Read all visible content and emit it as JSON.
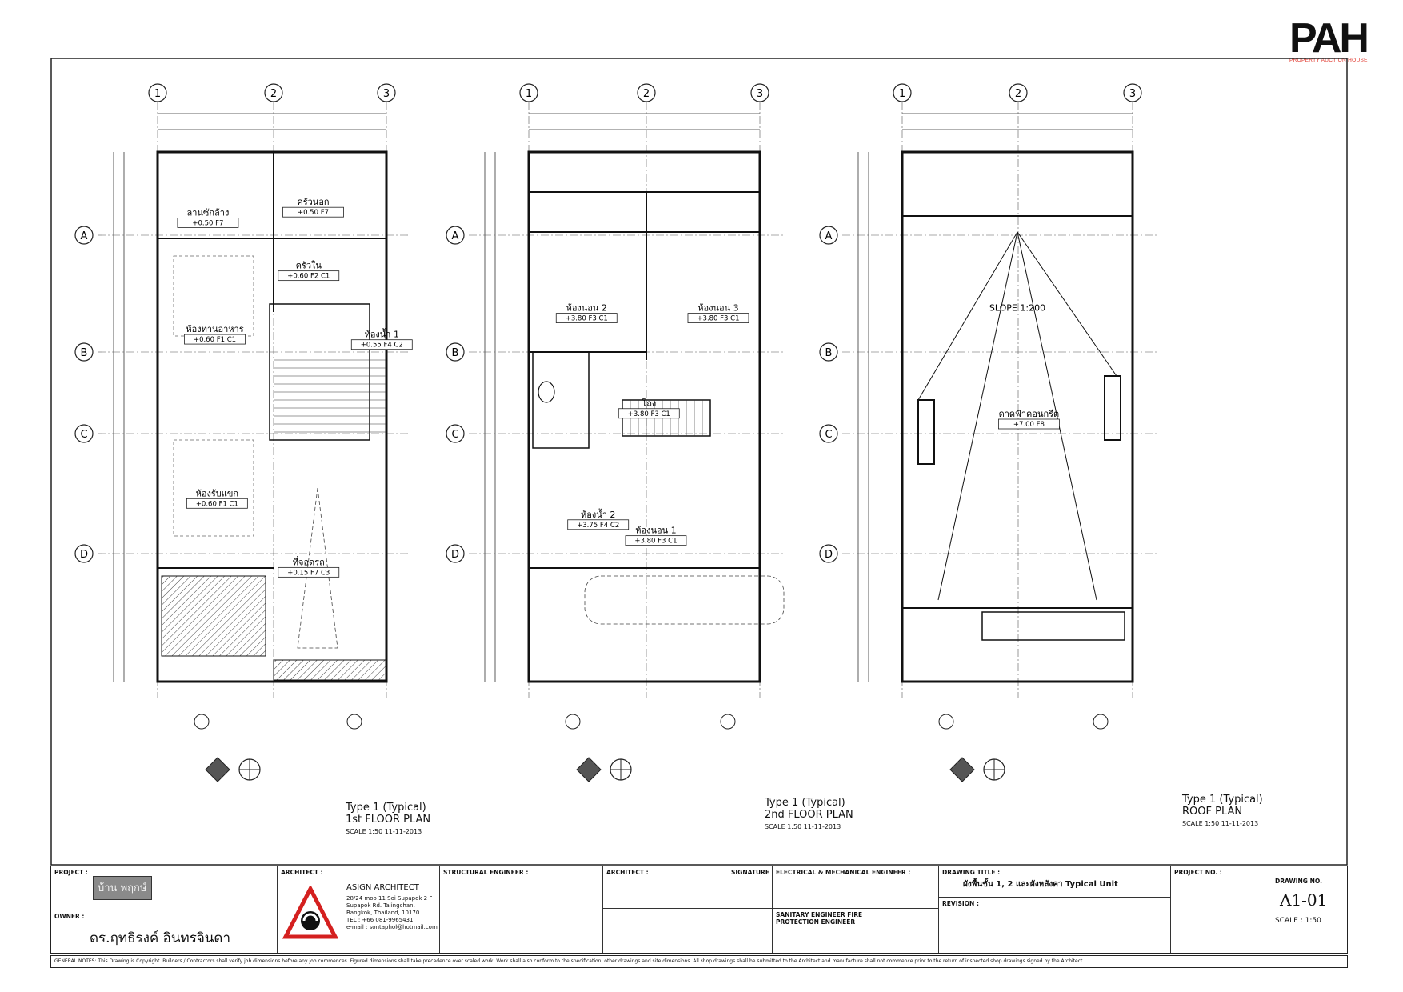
{
  "logo": {
    "letters": "PAH",
    "tagline": "PROPERTY AUCTION HOUSE"
  },
  "grid": {
    "columns": [
      "1",
      "2",
      "3"
    ],
    "rows": [
      "A",
      "B",
      "C",
      "D"
    ]
  },
  "plans": [
    {
      "type": "Type 1 (Typical)",
      "name": "1st FLOOR PLAN",
      "scale": "SCALE 1:50   11-11-2013",
      "rooms": [
        {
          "name": "ครัวนอก",
          "level": "+0.50 F7"
        },
        {
          "name": "ลานซักล้าง",
          "level": "+0.50 F7"
        },
        {
          "name": "ครัวใน",
          "level": "+0.60 F2 C1"
        },
        {
          "name": "ห้องทานอาหาร",
          "level": "+0.60 F1 C1"
        },
        {
          "name": "ห้องน้ำ 1",
          "level": "+0.55 F4 C2"
        },
        {
          "name": "ห้องรับแขก",
          "level": "+0.60 F1 C1"
        },
        {
          "name": "ที่จอดรถ",
          "level": "+0.15 F7 C3"
        }
      ]
    },
    {
      "type": "Type 1 (Typical)",
      "name": "2nd FLOOR PLAN",
      "scale": "SCALE 1:50   11-11-2013",
      "rooms": [
        {
          "name": "ห้องนอน 2",
          "level": "+3.80 F3 C1"
        },
        {
          "name": "ห้องนอน 3",
          "level": "+3.80 F3 C1"
        },
        {
          "name": "โถง",
          "level": "+3.80 F3 C1"
        },
        {
          "name": "ห้องน้ำ 2",
          "level": "+3.75 F4 C2"
        },
        {
          "name": "ห้องนอน 1",
          "level": "+3.80 F3 C1"
        }
      ]
    },
    {
      "type": "Type 1 (Typical)",
      "name": "ROOF PLAN",
      "scale": "SCALE 1:50   11-11-2013",
      "rooms": [
        {
          "name": "ดาดฟ้าคอนกรีต",
          "level": "+7.00 F8"
        },
        {
          "name": "SLOPE 1:200",
          "level": ""
        }
      ]
    }
  ],
  "titleblock": {
    "project_label": "PROJECT :",
    "project_name": "บ้าน พฤกษ์",
    "owner_label": "OWNER :",
    "owner_name": "ดร.ฤทธิรงค์   อินทรจินดา",
    "architect_label": "ARCHITECT :",
    "architect_name": "ASIGN ARCHITECT",
    "architect_address": [
      "28/24 moo 11 Soi Supapok 2 F",
      "Supapok Rd. Talingchan,",
      "Bangkok, Thailand, 10170",
      "TEL : +66 081-9965431",
      "e-mail : sontaphol@hotmail.com"
    ],
    "structural_label": "STRUCTURAL ENGINEER :",
    "architect_sign_label": "ARCHITECT :",
    "signature_label": "SIGNATURE",
    "electrical_label": "ELECTRICAL & MECHANICAL ENGINEER :",
    "sanitary_label": "SANITARY ENGINEER FIRE PROTECTION ENGINEER",
    "drawing_title_label": "DRAWING TITLE :",
    "drawing_title": "ผังพื้นชั้น 1, 2 และผังหลังคา Typical Unit",
    "revision_label": "REVISION :",
    "project_no_label": "PROJECT NO. :",
    "drawing_no_label": "DRAWING NO.",
    "drawing_no": "A1-01",
    "scale_label": "SCALE : 1:50"
  },
  "general_notes": "GENERAL NOTES: This Drawing is Copyright. Builders / Contractors shall verify job dimensions before any job commences. Figured dimensions shall take precedence over scaled work. Work shall also conform to the specification, other drawings and site dimensions. All shop drawings shall be submitted to the Architect and manufacture shall not commence prior to the return of inspected shop drawings signed by the Architect."
}
